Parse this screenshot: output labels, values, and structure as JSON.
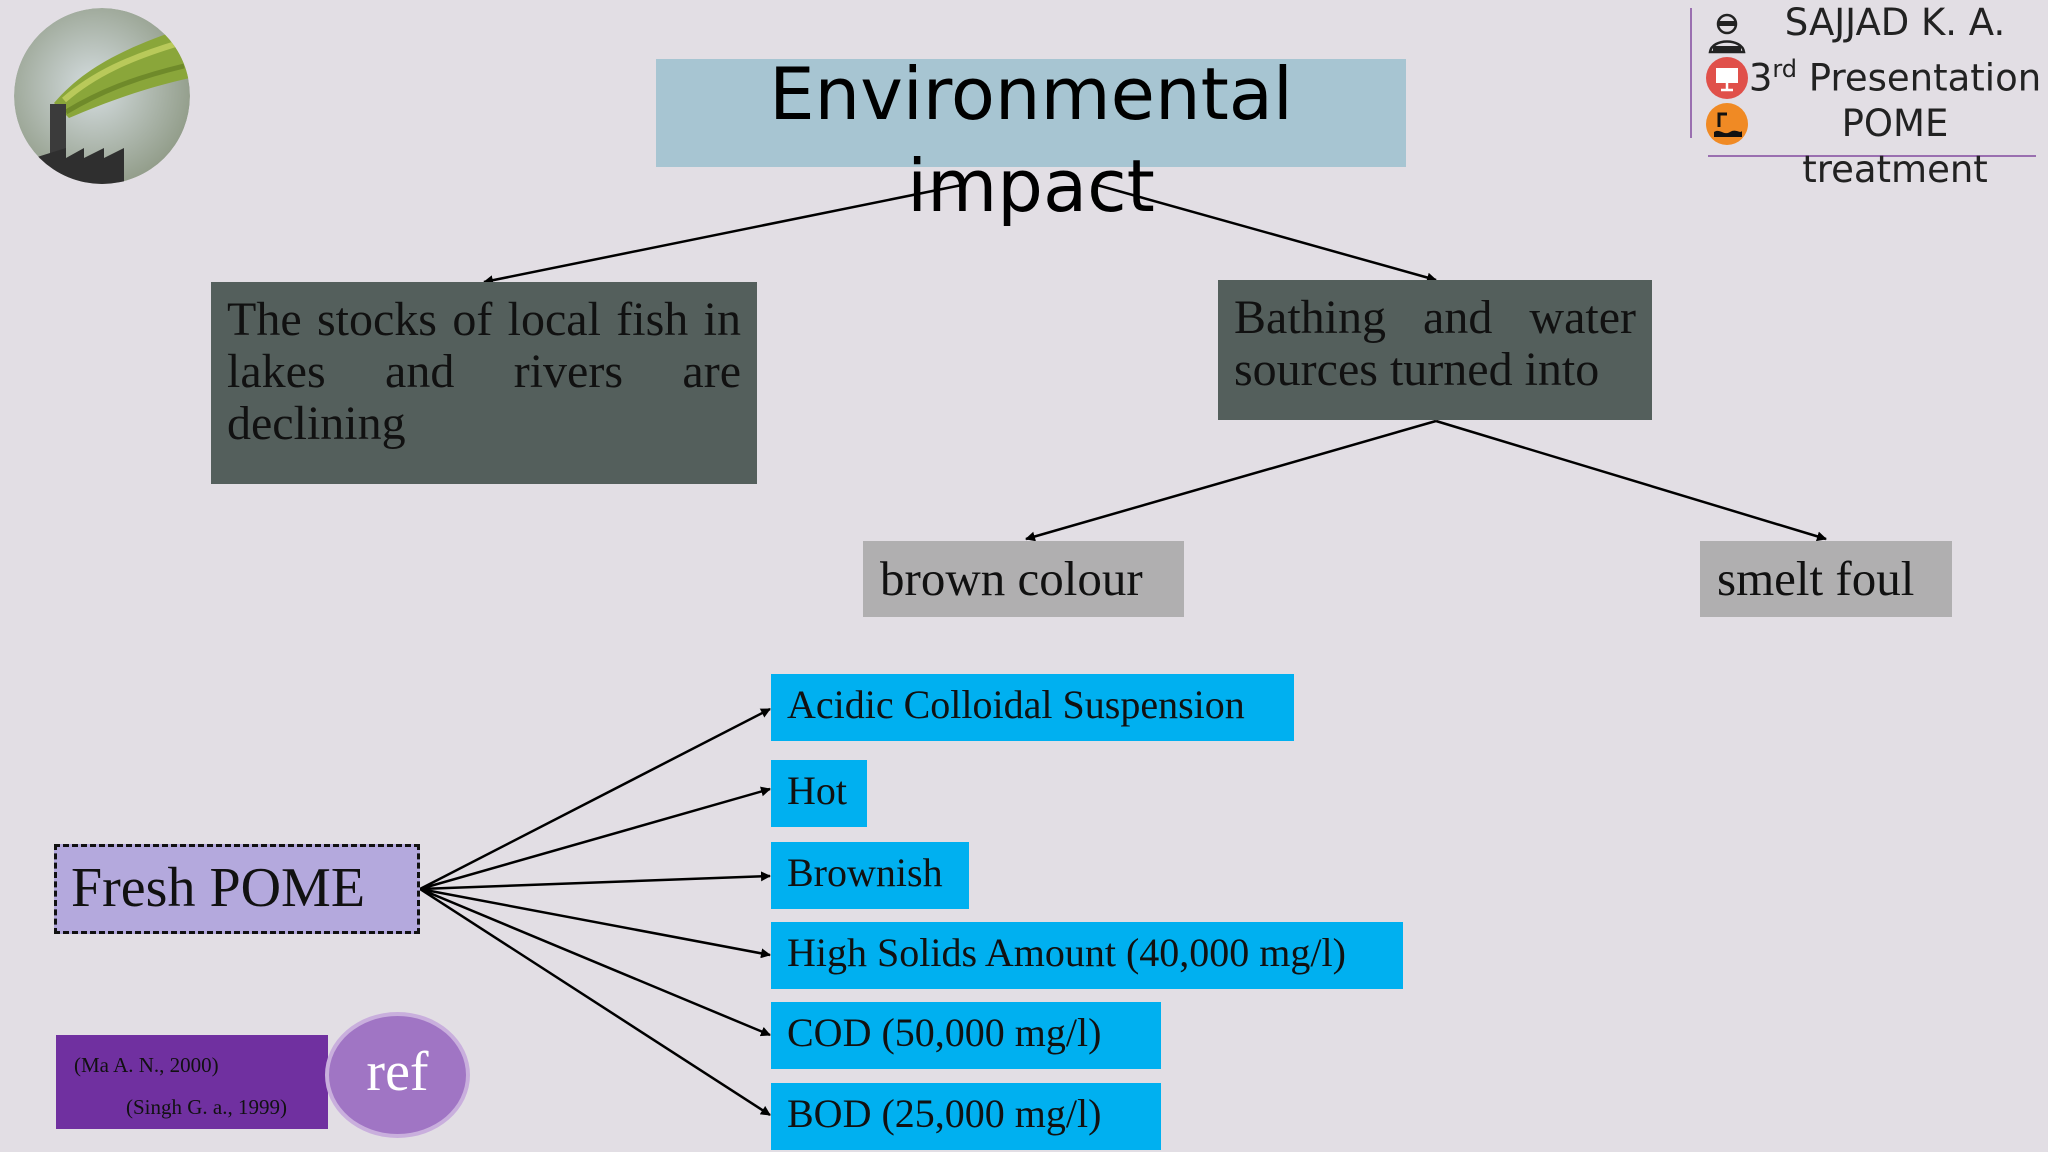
{
  "title": "Environmental impact",
  "author": {
    "name": "SAJJAD K. A.",
    "presentation_prefix": "3",
    "presentation_sup": "rd",
    "presentation_suffix": " Presentation",
    "topic_line1": "POME",
    "topic_line2": "treatment",
    "icons": [
      "presenter-icon",
      "presentation-board-icon",
      "pollution-icon"
    ]
  },
  "impact_boxes": {
    "fish": "The stocks of local fish in lakes and rivers are declining",
    "water": "Bathing and water sources turned into",
    "brown": "brown colour",
    "smelt": "smelt foul"
  },
  "fresh_pome": {
    "label": "Fresh POME",
    "properties": [
      "Acidic Colloidal Suspension",
      "Hot",
      "Brownish",
      "High Solids Amount (40,000 mg/l)",
      "COD (50,000 mg/l)",
      "BOD (25,000 mg/l)"
    ]
  },
  "references": {
    "ref1": "(Ma A. N., 2000)",
    "ref2": "(Singh G. a., 1999)",
    "ref_label": "ref"
  },
  "colors": {
    "background": "#e2dee4",
    "title_box": "#a7c5d2",
    "dark_box": "#545f5c",
    "grey_box": "#b0afb0",
    "property_box": "#00b0f0",
    "fresh_box": "#b4a9dd",
    "ref_box": "#7030a0",
    "ref_circle": "#a075c4"
  },
  "logo_icon": "factory-smoke-logo"
}
